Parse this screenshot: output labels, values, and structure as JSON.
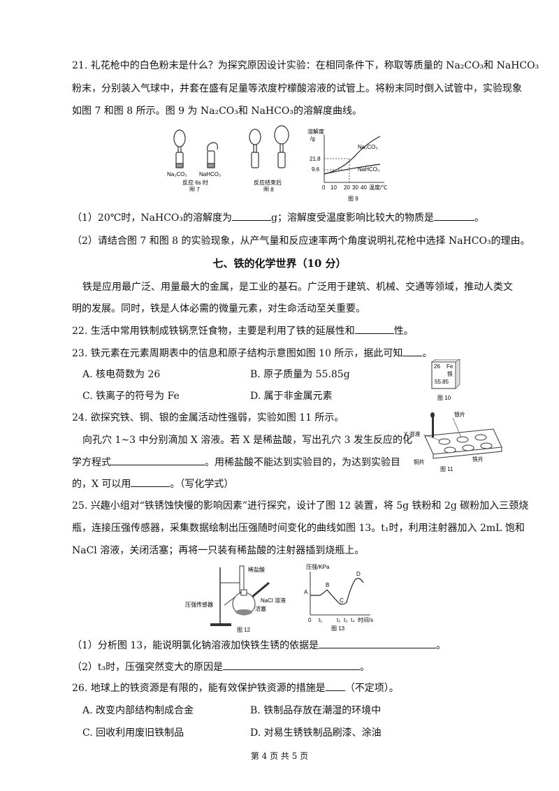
{
  "q21": {
    "l1": "21. 礼花枪中的白色粉末是什么？为探究原因设计实验：在相同条件下，称取等质量的 Na₂CO₃和 NaHCO₃",
    "l2": "粉末，分别装入气球中，并套在盛有足量等浓度柠檬酸溶液的试管上。将粉末同时倒入试管中，实验现象",
    "l3": "如图 7 和图 8 所示。图 9 为 Na₂CO₃和 NaHCO₃的溶解度曲线。",
    "sub1_a": "（1）20℃时，NaHCO₃的溶解度为",
    "sub1_b": "g；溶解度受温度影响比较大的物质是",
    "sub1_c": "。",
    "sub2": "（2）请结合图 7 和图 8 的实验现象，从产气量和反应速率两个角度说明礼花枪中选择 NaHCO₃的理由。"
  },
  "fig7": {
    "label_a": "Na₂CO₃",
    "label_b": "NaHCO₃",
    "caption1": "反应 6s 时",
    "caption2": "图 7"
  },
  "fig8": {
    "caption1": "反应结束后",
    "caption2": "图 8"
  },
  "fig9": {
    "ylabel1": "溶解度",
    "ylabel2": "/g",
    "tick_218": "21.8",
    "tick_96": "9.6",
    "curve1": "Na₂CO₃",
    "curve2": "NaHCO₃",
    "xticks": [
      "0",
      "10",
      "20",
      "30",
      "40"
    ],
    "xlabel": "温度/℃",
    "caption": "图 9"
  },
  "section": {
    "title": "七、铁的化学世界（10 分）",
    "intro1": "铁是应用最广泛、用量最大的金属，是工业的基石。广泛用于建筑、机械、交通等领域，推动人类文",
    "intro2": "明的发展。同时，铁是人体必需的微量元素，对生命活动至关重要。"
  },
  "q22": {
    "a": "22. 生活中常用铁制成铁锅烹饪食物，主要是利用了铁的延展性和",
    "b": "性。"
  },
  "q23": {
    "stem": "23. 铁元素在元素周期表中的信息和原子结构示意图如图 10 所示，据此可知",
    "end": "。",
    "A": "A. 核电荷数为 26",
    "B": "B. 原子质量为 55.85g",
    "C": "C. 铁离子的符号为 Fe",
    "D": "D. 属于非金属元素"
  },
  "fig10": {
    "number": "26",
    "symbol": "Fe",
    "name": "铁",
    "mass": "55.85",
    "caption": "图 10"
  },
  "q24": {
    "stem": "24. 欲探究铁、铜、银的金属活动性强弱，实验如图 11 所示。",
    "l2": "向孔穴 1~3 中分别滴加 X 溶液。若 X 是稀盐酸，写出孔穴 3 发生反应的化",
    "l3a": "学方程式",
    "l3b": "。用稀盐酸不能达到实验目的，为达到实验目",
    "l4a": "的，X 可以用",
    "l4b": "。（写化学式）"
  },
  "fig11": {
    "silver": "银片",
    "xsol": "X 溶液",
    "copper": "铜片",
    "iron": "铁片",
    "caption": "图 11"
  },
  "q25": {
    "l1": "25. 兴趣小组对“铁锈蚀快慢的影响因素”进行探究，设计了图 12 装置，将 5g 铁粉和 2g 碳粉加入三颈烧",
    "l2": "瓶，连接压强传感器，采集数据绘制出压强随时间变化的曲线如图 13。t₁时，利用注射器加入 2mL 饱和",
    "l3": "NaCl 溶液，关闭活塞；再将一只装有稀盐酸的注射器插到烧瓶上。",
    "sub1_a": "（1）分析图 13，能说明氯化钠溶液加快铁生锈的依据是",
    "sub1_b": "。",
    "sub2_a": "（2）t₃时，压强突然变大的原因是",
    "sub2_b": "。"
  },
  "fig12": {
    "acid": "稀盐酸",
    "nacl": "NaCl 溶液",
    "sensor": "压强传感器",
    "valve": "活塞",
    "caption": "图 12"
  },
  "fig13": {
    "ylabel": "压强/KPa",
    "A": "A",
    "B": "B",
    "C": "C",
    "D": "D",
    "xticks": [
      "0",
      "t₁",
      "t₂",
      "t₃",
      "t₄"
    ],
    "xlabel": "时间/s",
    "caption": "图 13"
  },
  "q26": {
    "stem": "26. 地球上的铁资源是有限的，能有效保护铁资源的措施是",
    "end": "（不定项）。",
    "A": "A. 改变内部结构制成合金",
    "B": "B. 铁制品存放在潮湿的环境中",
    "C": "C. 回收利用废旧铁制品",
    "D": "D. 对易生锈铁制品刷漆、涂油"
  },
  "footer": "第 4 页 共 5 页"
}
